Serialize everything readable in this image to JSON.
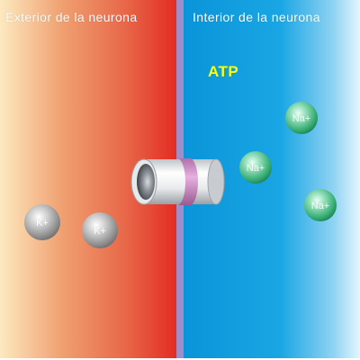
{
  "labels": {
    "exterior": "Exterior de la neurona",
    "interior": "Interior de la neurona",
    "atp": "ATP"
  },
  "ions": {
    "potassium_label": "K+",
    "sodium_label": "Na+"
  },
  "colors": {
    "exterior_start": "#fde9c0",
    "exterior_mid": "#e8684a",
    "exterior_end": "#e32a22",
    "membrane": "#9e8fc8",
    "interior_start": "#0a94d9",
    "interior_end": "#e4f6fd",
    "atp": "#ffff00",
    "label": "#ffffff",
    "potassium": "#8c8c8c",
    "sodium": "#2fa86e"
  }
}
